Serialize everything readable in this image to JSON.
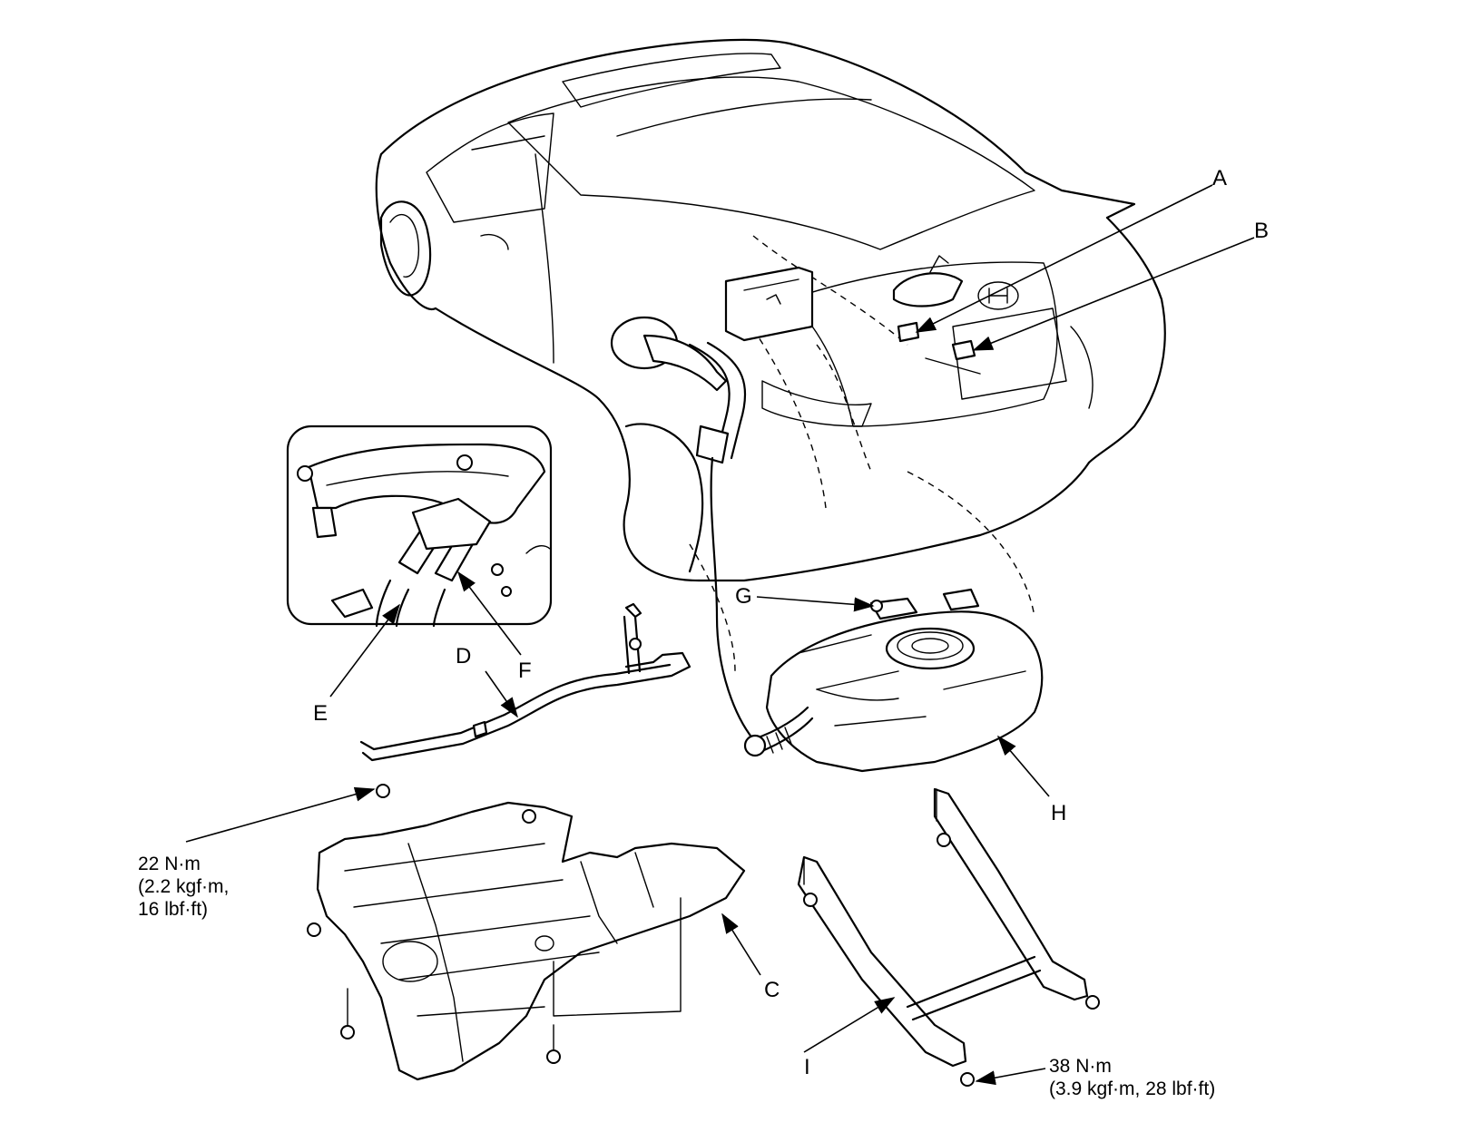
{
  "callouts": {
    "a": "A",
    "b": "B",
    "c": "C",
    "d": "D",
    "e": "E",
    "f": "F",
    "g": "G",
    "h": "H",
    "i": "I"
  },
  "torque_left": {
    "line1": "22 N·m",
    "line2": "(2.2 kgf·m,",
    "line3": "16 lbf·ft)"
  },
  "torque_right": {
    "line1": "38 N·m",
    "line2": "(3.9 kgf·m, 28 lbf·ft)"
  }
}
